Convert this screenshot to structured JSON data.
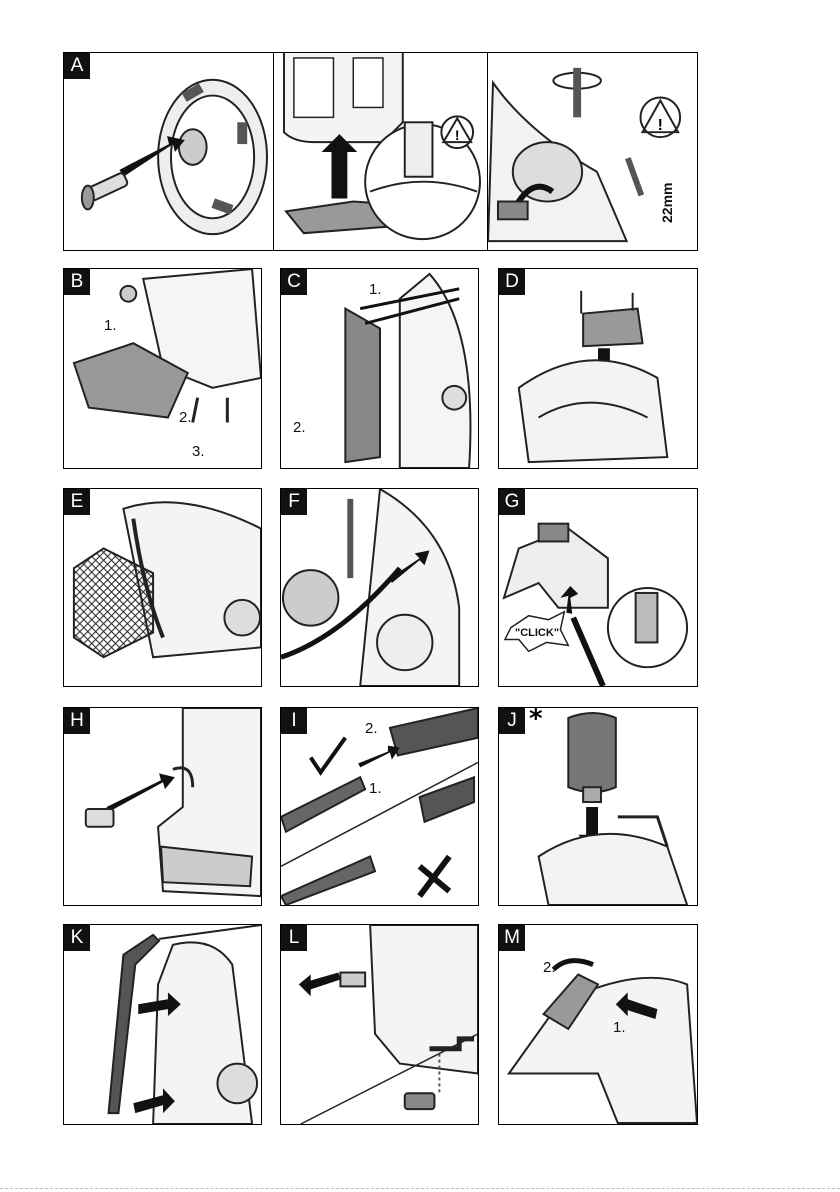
{
  "panels": {
    "A": {
      "letter": "A"
    },
    "A2": {},
    "A3": {
      "dimension": "22mm"
    },
    "B": {
      "letter": "B",
      "steps": [
        "1.",
        "2.",
        "3."
      ]
    },
    "C": {
      "letter": "C",
      "steps": [
        "1.",
        "2."
      ]
    },
    "D": {
      "letter": "D"
    },
    "E": {
      "letter": "E"
    },
    "F": {
      "letter": "F"
    },
    "G": {
      "letter": "G",
      "click": "\"CLICK\""
    },
    "H": {
      "letter": "H"
    },
    "I": {
      "letter": "I",
      "steps": [
        "2.",
        "1."
      ]
    },
    "J": {
      "letter": "J",
      "star": "*"
    },
    "K": {
      "letter": "K"
    },
    "L": {
      "letter": "L"
    },
    "M": {
      "letter": "M",
      "steps": [
        "2.",
        "1."
      ]
    }
  }
}
